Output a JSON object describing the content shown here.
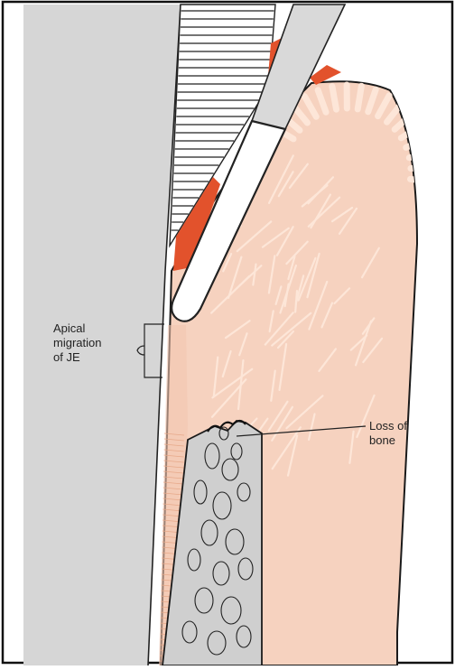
{
  "labels": {
    "apical_migration": [
      "Apical",
      "migration",
      "of JE"
    ],
    "loss_of_bone": [
      "Loss of",
      "bone"
    ]
  },
  "colors": {
    "frame": "#111111",
    "tooth": "#d6d6d6",
    "tooth_outline": "#222222",
    "enamel_lines": "#222222",
    "gingiva": "#f6d2bf",
    "gingiva_fibers": "#fde6d8",
    "inflamed": "#e2522c",
    "bone": "#cfcfcf",
    "probe": "#d9d9d9"
  }
}
